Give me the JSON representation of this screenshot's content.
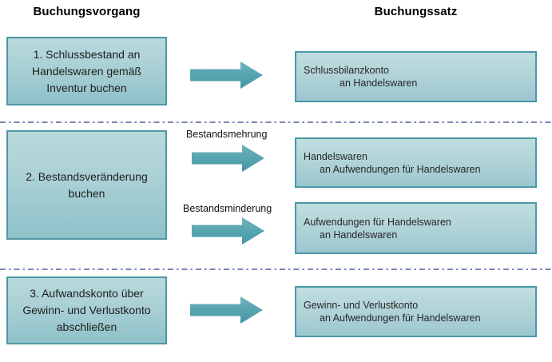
{
  "diagram": {
    "title_left": "Buchungsvorgang",
    "title_right": "Buchungssatz"
  },
  "colors": {
    "box_border": "#4e98a4",
    "box_fill_top": "#b9d9dc",
    "box_fill_bottom": "#8ec1c9",
    "booking_border": "#4a98a8",
    "booking_fill_top": "#c0dde0",
    "booking_fill_bottom": "#9cc7cf",
    "arrow_fill_top": "#6cb0b8",
    "arrow_fill_bottom": "#4b98a6",
    "separator": "#4d5fa3",
    "text": "#1e1e1e"
  },
  "steps": [
    {
      "label": "1. Schlussbestand an Handelswaren gemäß Inventur buchen"
    },
    {
      "label": "2. Bestandsveränderung buchen"
    },
    {
      "label": "3. Aufwandskonto über Gewinn- und Verlustkonto abschließen"
    }
  ],
  "arrow_labels": {
    "increase": "Bestandsmehrung",
    "decrease": "Bestandsminderung"
  },
  "bookings": [
    {
      "debit": "Schlussbilanzkonto",
      "credit": "an Handelswaren"
    },
    {
      "debit": "Handelswaren",
      "credit": "an Aufwendungen für Handelswaren"
    },
    {
      "debit": "Aufwendungen für Handelswaren",
      "credit": "an Handelswaren"
    },
    {
      "debit": "Gewinn- und Verlustkonto",
      "credit": "an Aufwendungen für Handelswaren"
    }
  ]
}
